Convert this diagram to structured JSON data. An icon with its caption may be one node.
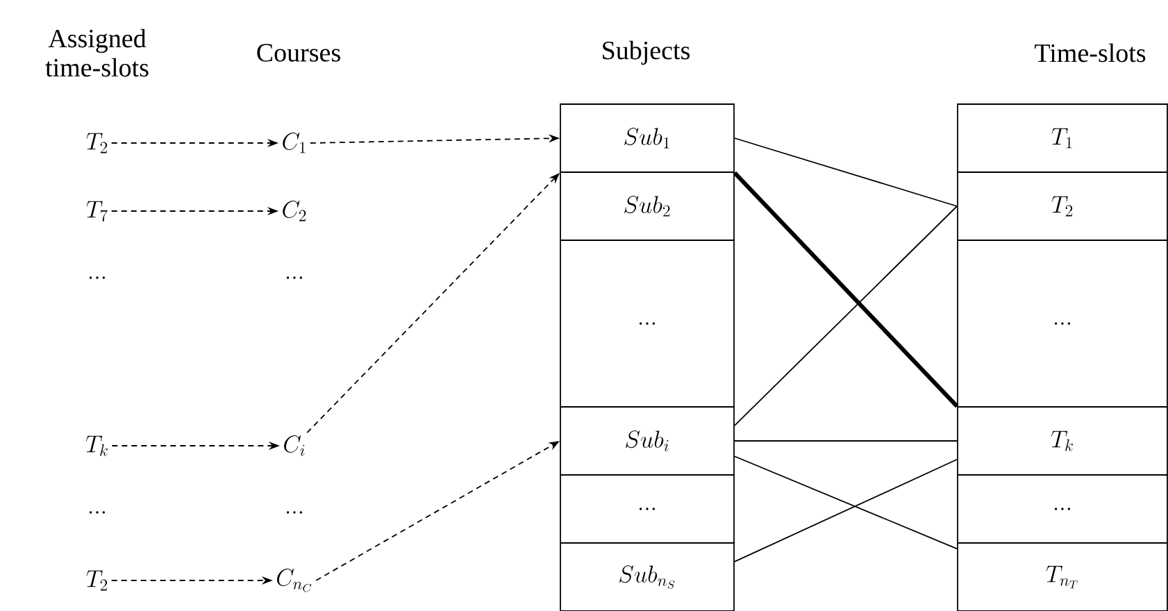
{
  "diagram": {
    "nodes": [
      {
        "text": [
          "T_2"
        ]
      },
      {
        "text": [
          "T_7"
        ]
      },
      {
        "text": [
          "T_k"
        ]
      },
      {
        "text": [
          "T_2"
        ]
      },
      {
        "text": [
          "C_1"
        ]
      },
      {
        "text": [
          "C_2"
        ]
      },
      {
        "text": [
          "C_i"
        ]
      },
      {
        "text": [
          "C_{n_C}"
        ]
      },
      {
        "text": [
          "Sub_1"
        ]
      },
      {
        "text": [
          "Sub_2"
        ]
      },
      {
        "text": [
          "..."
        ]
      },
      {
        "text": [
          "Sub_i"
        ]
      },
      {
        "text": [
          "..."
        ]
      },
      {
        "text": [
          "Sub_{n_S}"
        ]
      },
      {
        "text": [
          "T_1"
        ]
      },
      {
        "text": [
          "T_2"
        ]
      },
      {
        "text": [
          "..."
        ]
      },
      {
        "text": [
          "T_k"
        ]
      },
      {
        "text": [
          "..."
        ]
      },
      {
        "text": [
          "T_{n_T}"
        ]
      }
    ],
    "edges": [
      {
        "from": 0,
        "to": 4,
        "arrow": "to",
        "style": "dashed"
      },
      {
        "from": 1,
        "to": 5,
        "arrow": "to",
        "style": "dashed"
      },
      {
        "from": 2,
        "to": 6,
        "arrow": "to",
        "style": "dashed"
      },
      {
        "from": 3,
        "to": 7,
        "arrow": "to",
        "style": "dashed"
      },
      {
        "from": 4,
        "to": 8,
        "arrow": "to",
        "style": "dashed"
      },
      {
        "from": 6,
        "to": 8,
        "arrow": "to",
        "style": "dashed"
      },
      {
        "from": 7,
        "to": 11,
        "arrow": "to",
        "style": "dashed"
      },
      {
        "from": 8,
        "to": 15,
        "arrow": "none"
      },
      {
        "from": 8,
        "to": 17,
        "arrow": "none",
        "style": "thick"
      },
      {
        "from": 11,
        "to": 15,
        "arrow": "none"
      },
      {
        "from": 11,
        "to": 17,
        "arrow": "none"
      },
      {
        "from": 11,
        "to": 19,
        "arrow": "none"
      },
      {
        "from": 13,
        "to": 17,
        "arrow": "none"
      }
    ],
    "labels": [
      "Assigned time-slots",
      "Courses",
      "Subjects",
      "Time-slots",
      "...",
      "...",
      "...",
      "..."
    ]
  }
}
